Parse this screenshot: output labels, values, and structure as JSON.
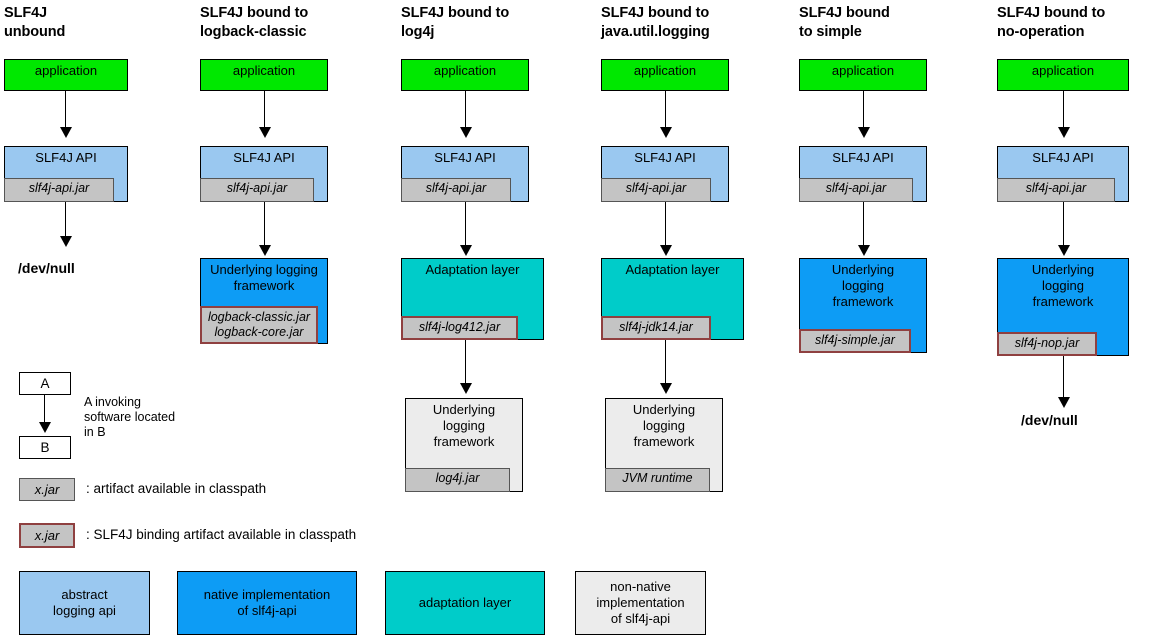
{
  "diagram": {
    "title": "SLF4J binding diagram",
    "colors": {
      "application": "#00e800",
      "abstract_logging_api": "#9ac8f0",
      "native_implementation": "#0d9cf5",
      "adaptation_layer": "#00ccc9",
      "non_native_implementation": "#ececec",
      "artifact_chip": "#c4c4c4",
      "binding_border": "#8f4040",
      "outline": "#000000"
    },
    "columns": [
      {
        "id": "unbound",
        "title": "SLF4J\nunbound",
        "nodes": [
          {
            "label": "application",
            "style": "green"
          },
          {
            "label": "SLF4J API",
            "style": "lblue",
            "jar": "slf4j-api.jar",
            "jar_kind": "artifact"
          }
        ],
        "terminal": "/dev/null"
      },
      {
        "id": "logback-classic",
        "title": "SLF4J bound to\nlogback-classic",
        "nodes": [
          {
            "label": "application",
            "style": "green"
          },
          {
            "label": "SLF4J API",
            "style": "lblue",
            "jar": "slf4j-api.jar",
            "jar_kind": "artifact"
          },
          {
            "label": "Underlying logging\nframework",
            "style": "bblue",
            "jar": "logback-classic.jar\nlogback-core.jar",
            "jar_kind": "binding"
          }
        ],
        "terminal": null
      },
      {
        "id": "log4j",
        "title": "SLF4J bound to\nlog4j",
        "nodes": [
          {
            "label": "application",
            "style": "green"
          },
          {
            "label": "SLF4J API",
            "style": "lblue",
            "jar": "slf4j-api.jar",
            "jar_kind": "artifact"
          },
          {
            "label": "Adaptation layer",
            "style": "teal",
            "jar": "slf4j-log412.jar",
            "jar_kind": "binding"
          },
          {
            "label": "Underlying\nlogging\nframework",
            "style": "lgray",
            "jar": "log4j.jar",
            "jar_kind": "artifact"
          }
        ],
        "terminal": null
      },
      {
        "id": "java-util-logging",
        "title": "SLF4J bound to\njava.util.logging",
        "nodes": [
          {
            "label": "application",
            "style": "green"
          },
          {
            "label": "SLF4J API",
            "style": "lblue",
            "jar": "slf4j-api.jar",
            "jar_kind": "artifact"
          },
          {
            "label": "Adaptation layer",
            "style": "teal",
            "jar": "slf4j-jdk14.jar",
            "jar_kind": "binding"
          },
          {
            "label": "Underlying\nlogging\nframework",
            "style": "lgray",
            "jar": "JVM runtime",
            "jar_kind": "artifact"
          }
        ],
        "terminal": null
      },
      {
        "id": "simple",
        "title": "SLF4J bound\nto simple",
        "nodes": [
          {
            "label": "application",
            "style": "green"
          },
          {
            "label": "SLF4J API",
            "style": "lblue",
            "jar": "slf4j-api.jar",
            "jar_kind": "artifact"
          },
          {
            "label": "Underlying\nlogging\nframework",
            "style": "bblue",
            "jar": "slf4j-simple.jar",
            "jar_kind": "binding"
          }
        ],
        "terminal": null
      },
      {
        "id": "no-operation",
        "title": "SLF4J bound to\nno-operation",
        "nodes": [
          {
            "label": "application",
            "style": "green"
          },
          {
            "label": "SLF4J API",
            "style": "lblue",
            "jar": "slf4j-api.jar",
            "jar_kind": "artifact"
          },
          {
            "label": "Underlying\nlogging\nframework",
            "style": "bblue",
            "jar": "slf4j-nop.jar",
            "jar_kind": "binding"
          }
        ],
        "terminal": "/dev/null"
      }
    ],
    "legend": {
      "invocation": {
        "from_label": "A",
        "to_label": "B",
        "caption": "A invoking\nsoftware located\nin B"
      },
      "artifact": {
        "chip_label": "x.jar",
        "caption": ": artifact available in classpath"
      },
      "binding": {
        "chip_label": "x.jar",
        "caption": ": SLF4J binding artifact available in classpath"
      },
      "key": [
        {
          "label": "abstract\nlogging api",
          "style": "lblue"
        },
        {
          "label": "native implementation\nof slf4j-api",
          "style": "bblue"
        },
        {
          "label": "adaptation layer",
          "style": "teal"
        },
        {
          "label": "non-native\nimplementation\nof slf4j-api",
          "style": "lgray"
        }
      ]
    }
  }
}
